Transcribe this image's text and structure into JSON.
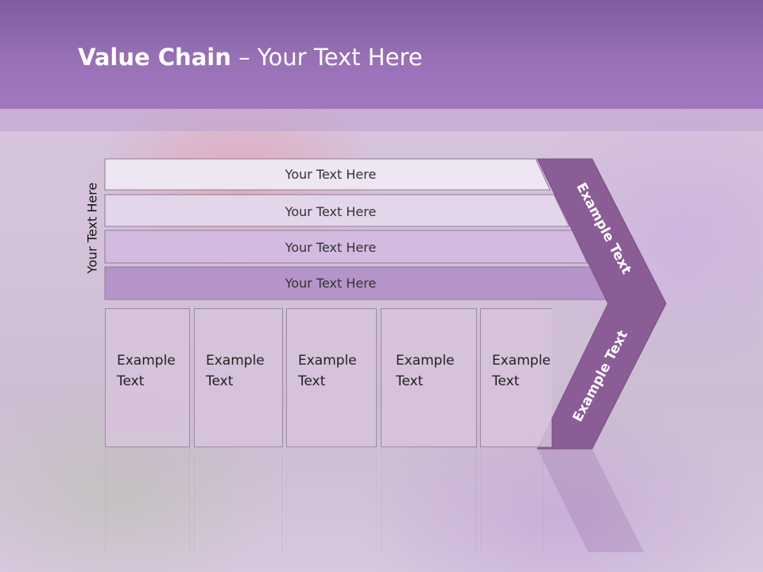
{
  "slide": {
    "title_bold": "Value Chain",
    "title_rest": " – Your Text Here",
    "side_label": "Your Text Here"
  },
  "rows": [
    {
      "label": "Your Text Here",
      "fill": "#efe6f3"
    },
    {
      "label": "Your Text Here",
      "fill": "#e3d5ea"
    },
    {
      "label": "Your Text Here",
      "fill": "#d2bae0"
    },
    {
      "label": "Your Text Here",
      "fill": "#b594c9"
    }
  ],
  "columns": [
    {
      "line1": "Example",
      "line2": "Text"
    },
    {
      "line1": "Example",
      "line2": "Text"
    },
    {
      "line1": "Example",
      "line2": "Text"
    },
    {
      "line1": "Example",
      "line2": "Text"
    },
    {
      "line1": "Example",
      "line2": "Text"
    }
  ],
  "chevron": {
    "upper_label": "Example Text",
    "lower_label": "Example Text",
    "color": "#8a5d96"
  }
}
